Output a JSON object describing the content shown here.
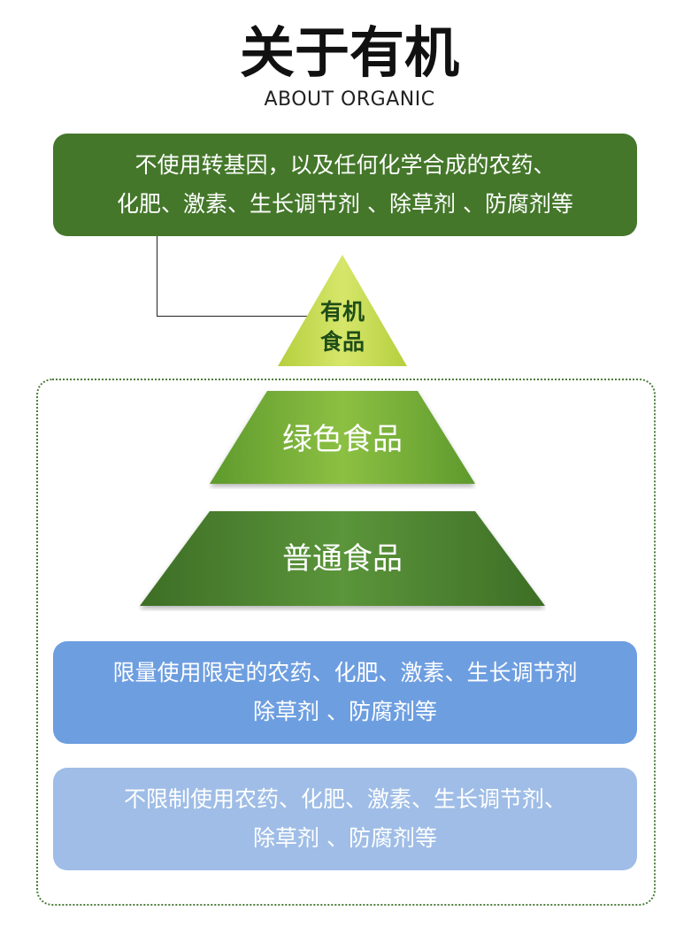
{
  "header": {
    "title": "关于有机",
    "subtitle": "ABOUT ORGANIC"
  },
  "pyramid": {
    "top": {
      "line1": "有机",
      "line2": "食品",
      "color": "#c8dc4f"
    },
    "middle": {
      "label": "绿色食品",
      "color": "#7cb33e"
    },
    "bottom": {
      "label": "普通食品",
      "color": "#4c8231"
    }
  },
  "descriptions": {
    "organic": {
      "line1": "不使用转基因，以及任何化学合成的农药、",
      "line2": "化肥、激素、生长调节剂 、除草剂 、防腐剂等",
      "color": "#44772a"
    },
    "green": {
      "line1": "限量使用限定的农药、化肥、激素、生长调节剂",
      "line2": "除草剂 、防腐剂等",
      "color": "#6d9ee0"
    },
    "ordinary": {
      "line1": "不限制使用农药、化肥、激素、生长调节剂、",
      "line2": "除草剂 、防腐剂等",
      "color": "#9fbde6"
    }
  }
}
